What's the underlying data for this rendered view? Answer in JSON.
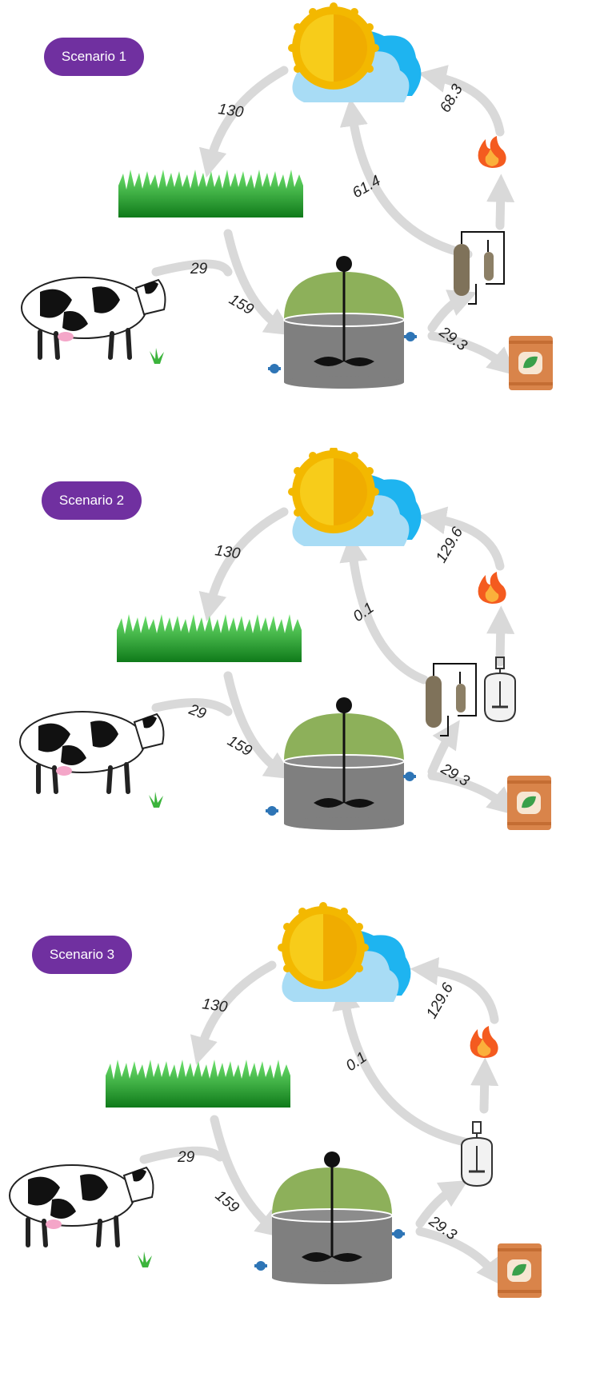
{
  "colors": {
    "pill": "#7030a0",
    "arrow": "#d9d9d9",
    "sun": "#f5bf00",
    "cloud": "#9fd8f5",
    "grass": "#2db22d",
    "dome": "#8db05a",
    "tank": "#7f7f7f",
    "fertilizer": "#d9844a"
  },
  "icons": [
    "sun-cloud-icon",
    "grass-icon",
    "cow-icon",
    "small-plant-icon",
    "biodigester-icon",
    "upgrading-column-icon",
    "methanation-reactor-icon",
    "flame-icon",
    "fertilizer-bag-icon",
    "valve-icon"
  ],
  "scenarios": [
    {
      "label": "Scenario 1",
      "flows": {
        "atm_to_grass": "130",
        "cow_to_digester": "29",
        "grass_to_digester": "159",
        "upgrade_to_atm": "61.4",
        "flame_to_atm": "68.3",
        "digester_to_fert": "29.3"
      }
    },
    {
      "label": "Scenario 2",
      "flows": {
        "atm_to_grass": "130",
        "cow_to_digester": "29",
        "grass_to_digester": "159",
        "upgrade_to_atm": "0.1",
        "flame_to_atm": "129.6",
        "digester_to_fert": "29.3"
      }
    },
    {
      "label": "Scenario 3",
      "flows": {
        "atm_to_grass": "130",
        "cow_to_digester": "29",
        "grass_to_digester": "159",
        "upgrade_to_atm": "0.1",
        "flame_to_atm": "129.6",
        "digester_to_fert": "29.3"
      }
    }
  ]
}
